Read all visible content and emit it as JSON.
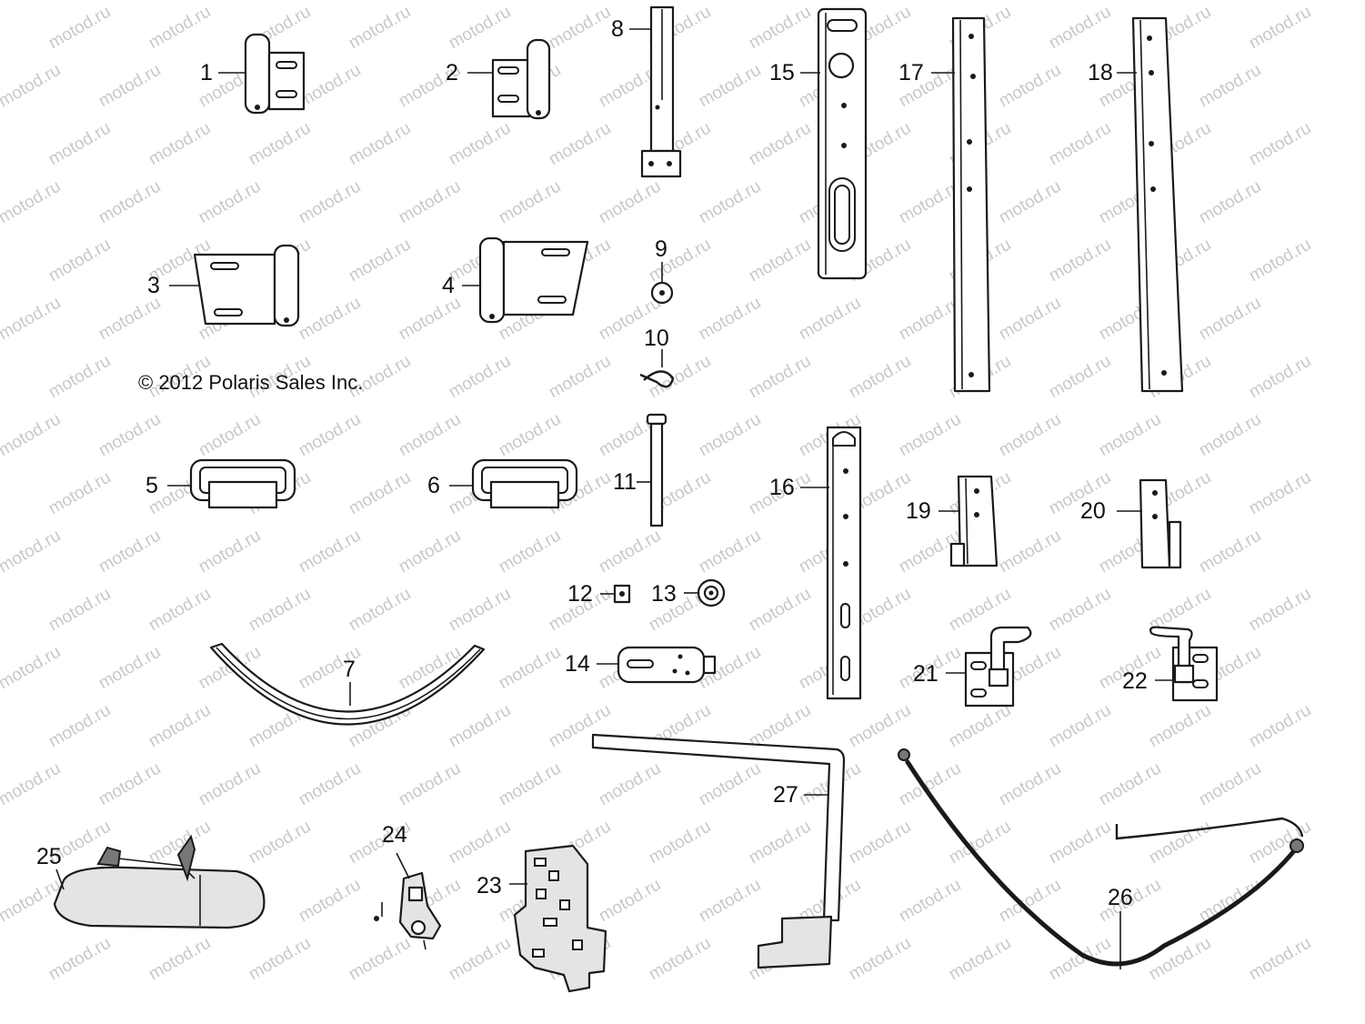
{
  "copyright": "© 2012 Polaris Sales Inc.",
  "watermark": "motod.ru",
  "callouts": {
    "c1": "1",
    "c2": "2",
    "c3": "3",
    "c4": "4",
    "c5": "5",
    "c6": "6",
    "c7": "7",
    "c8": "8",
    "c9": "9",
    "c10": "10",
    "c11": "11",
    "c12": "12",
    "c13": "13",
    "c14": "14",
    "c15": "15",
    "c16": "16",
    "c17": "17",
    "c18": "18",
    "c19": "19",
    "c20": "20",
    "c21": "21",
    "c22": "22",
    "c23": "23",
    "c24": "24",
    "c25": "25",
    "c26": "26",
    "c27": "27"
  }
}
